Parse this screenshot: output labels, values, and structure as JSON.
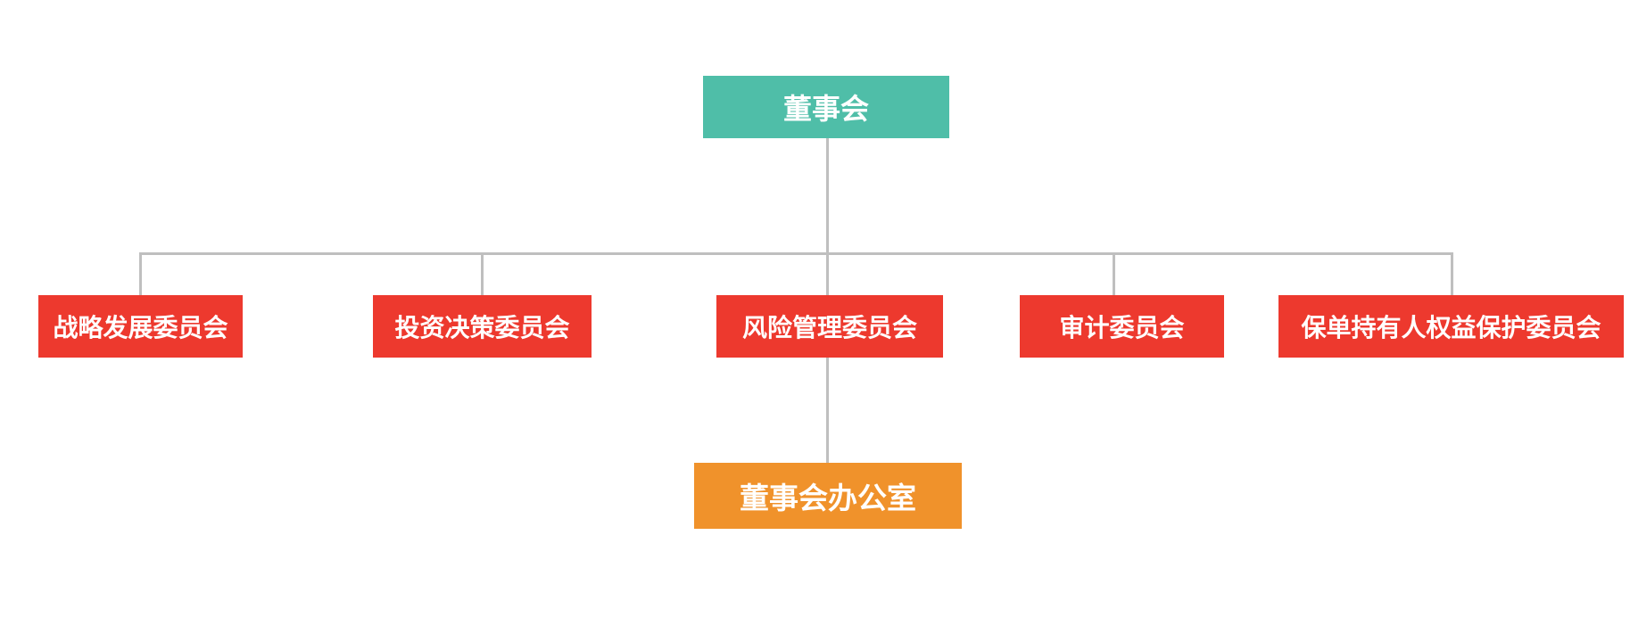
{
  "diagram": {
    "type": "org-chart",
    "root": {
      "id": "board",
      "label": "董事会"
    },
    "committees": [
      {
        "id": "strategy-development",
        "label": "战略发展委员会",
        "parent": "董事会"
      },
      {
        "id": "investment-decision",
        "label": "投资决策委员会",
        "parent": "董事会"
      },
      {
        "id": "risk-management",
        "label": "风险管理委员会",
        "parent": "董事会"
      },
      {
        "id": "audit",
        "label": "审计委员会",
        "parent": "董事会"
      },
      {
        "id": "policyholder-rights-protection",
        "label": "保单持有人权益保护委员会",
        "parent": "董事会"
      }
    ],
    "office": {
      "id": "board-office",
      "label": "董事会办公室",
      "parent": "风险管理委员会"
    }
  },
  "colors": {
    "root_box": "#4FBEA8",
    "committee_box": "#ED392E",
    "office_box": "#F0922B",
    "connector": "#BFBFBF",
    "text": "#FFFFFF",
    "background": "#FFFFFF"
  }
}
